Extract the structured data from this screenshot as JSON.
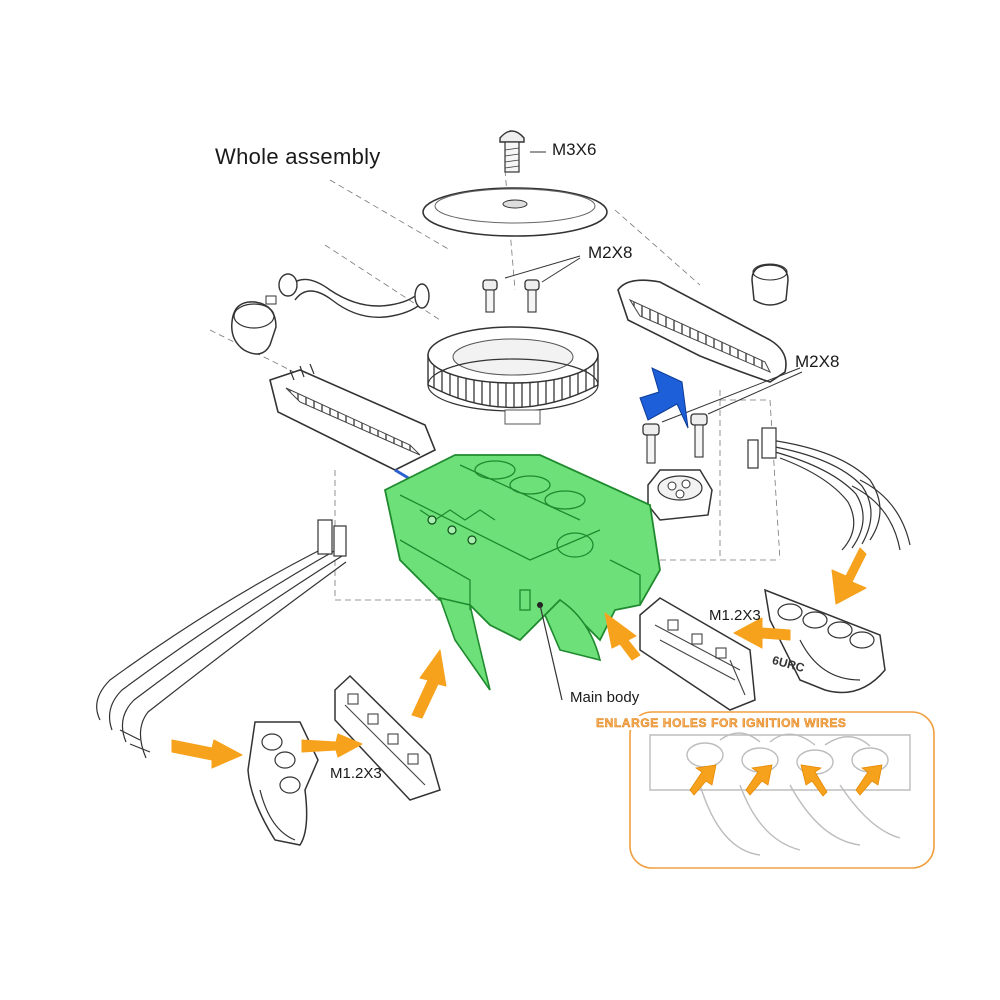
{
  "title": "Whole assembly",
  "labels": {
    "screw_top": "M3X6",
    "screw_mid": "M2X8",
    "screw_right": "M2X8",
    "screw_manifold_right": "M1.2X3",
    "screw_manifold_left": "M1.2X3",
    "main_body": "Main body"
  },
  "callout": {
    "note": "ENLARGE HOLES FOR IGNITION WIRES"
  },
  "brand_mark": "6URC",
  "colors": {
    "main_body_fill": "#6ee07a",
    "main_body_stroke": "#1f8a2e",
    "arrow_orange": "#f7a21c",
    "arrow_blue": "#1d5fd9",
    "callout_border": "#f0a040",
    "line_art": "#333333"
  },
  "icons": [
    "orange-arrow-icon",
    "blue-arrow-icon"
  ]
}
